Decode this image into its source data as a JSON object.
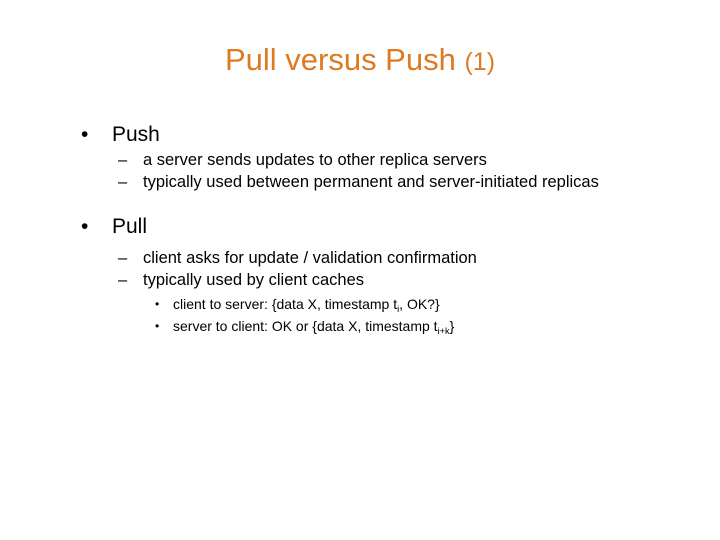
{
  "slide": {
    "title_main": "Pull versus Push",
    "title_suffix": "(1)",
    "title_color": "#DD7A22",
    "background_color": "#FFFFFF",
    "text_color": "#000000",
    "bullet_marker_level1": "•",
    "bullet_marker_level2": "–",
    "bullet_marker_level3": "•",
    "sections": [
      {
        "heading": "Push",
        "points": [
          "a server sends updates to other replica servers",
          "typically used between permanent and server-initiated replicas"
        ],
        "subpoints": []
      },
      {
        "heading": "Pull",
        "points": [
          "client asks for update / validation confirmation",
          "typically used by client caches"
        ],
        "subpoints": [
          {
            "prefix": "client to server: {data X, timestamp t",
            "subscript": "i",
            "suffix": ", OK?}"
          },
          {
            "prefix": "server to client: OK or {data X, timestamp t",
            "subscript": "i+k",
            "suffix": "}"
          }
        ]
      }
    ]
  }
}
